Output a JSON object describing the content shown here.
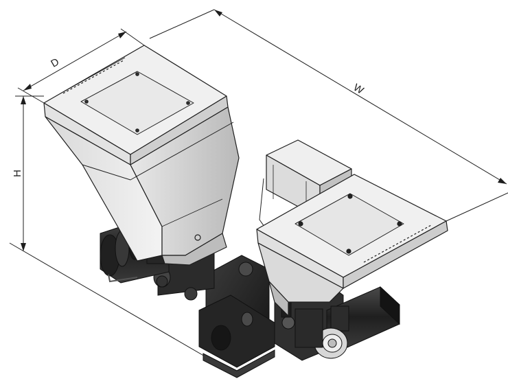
{
  "dimensions": {
    "depth_label": "D",
    "width_label": "W",
    "height_label": "H"
  },
  "colors": {
    "line": "#1e1e1e",
    "metal_light": "#ececec",
    "metal_mid": "#cfcfcf",
    "metal_dark": "#a9a9a9",
    "motor_dark": "#2a2a2a"
  }
}
